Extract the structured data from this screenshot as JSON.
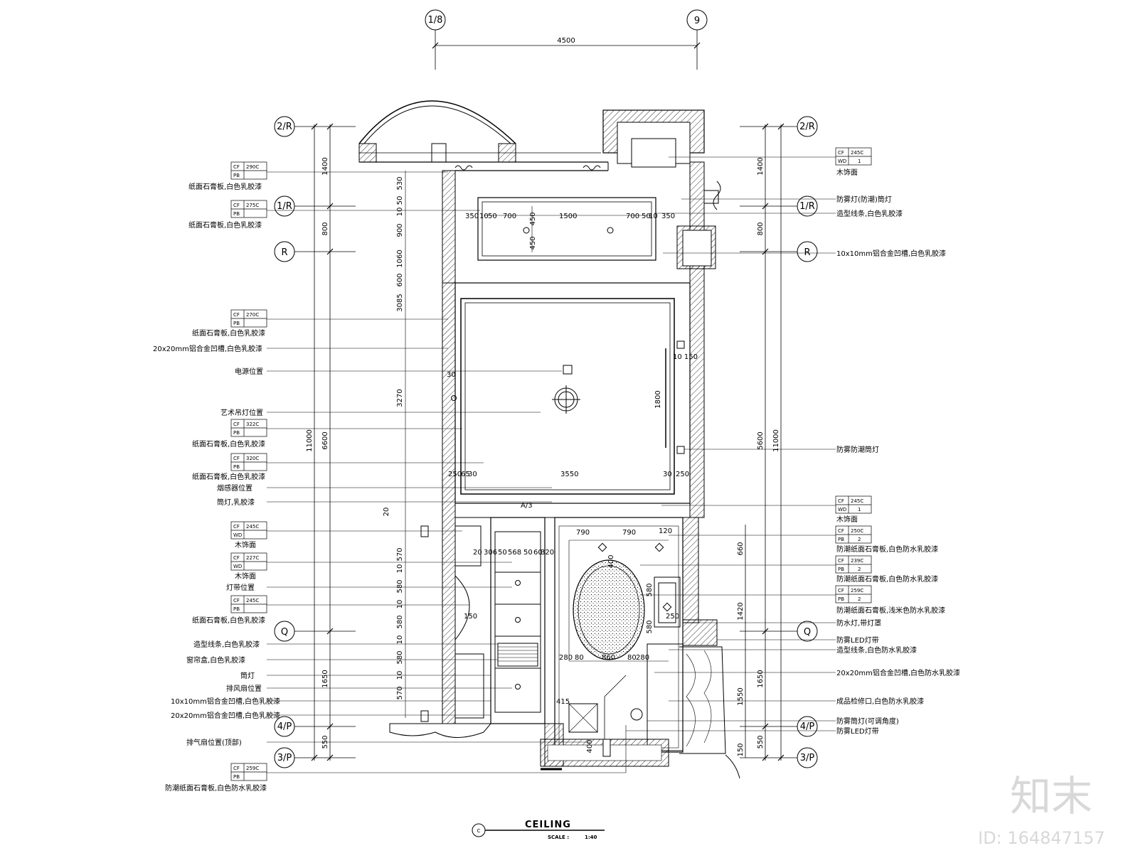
{
  "grid_axes": {
    "top": [
      "1/8",
      "9"
    ],
    "left": [
      "2/R",
      "1/R",
      "R",
      "Q",
      "4/P",
      "3/P"
    ],
    "right": [
      "2/R",
      "1/R",
      "R",
      "Q",
      "4/P",
      "3/P"
    ]
  },
  "dimensions": {
    "top_total": "4500",
    "left_outer": "11000",
    "right_outer": "11000",
    "left_inner": [
      "1400",
      "800",
      "6600",
      "1650",
      "550"
    ],
    "right_inner": [
      "1400",
      "800",
      "5600",
      "1650",
      "550"
    ],
    "right_bath": [
      "660",
      "1420",
      "1550",
      "150"
    ],
    "ceiling_row": [
      "350",
      "10",
      "50",
      "700",
      "1500",
      "700",
      "50",
      "10",
      "350"
    ],
    "ceiling_vert": [
      "450",
      "450"
    ],
    "center_row": [
      "250",
      "65",
      "30",
      "3550",
      "30",
      "250"
    ],
    "center_right": "1800",
    "center_left": "30",
    "center_tr": "10 150",
    "column_left": [
      "530",
      "50",
      "10",
      "900",
      "1060",
      "600",
      "3085",
      "3270",
      "20"
    ],
    "bath_top": [
      "790",
      "790",
      "400",
      "120"
    ],
    "bath_mid": [
      "280",
      "80",
      "860",
      "80",
      "280"
    ],
    "bath_lr": [
      "150",
      "580",
      "580",
      "250"
    ],
    "bath_low": [
      "415",
      "400"
    ],
    "closet_top": [
      "20",
      "306",
      "50",
      "568",
      "50",
      "60",
      "320"
    ],
    "closet_left": [
      "570",
      "10",
      "580",
      "10",
      "580",
      "10",
      "580",
      "10",
      "570"
    ]
  },
  "left_tags": [
    {
      "code": "CF",
      "value": "290C",
      "code2": "PB",
      "value2": "",
      "note": "纸面石膏板,白色乳胶漆"
    },
    {
      "code": "CF",
      "value": "275C",
      "code2": "PB",
      "value2": "",
      "note": "纸面石膏板,白色乳胶漆"
    },
    {
      "code": "CF",
      "value": "270C",
      "code2": "PB",
      "value2": "",
      "note": "纸面石膏板,白色乳胶漆"
    },
    {
      "code": "CF",
      "value": "322C",
      "code2": "PB",
      "value2": "",
      "note": "纸面石膏板,白色乳胶漆"
    },
    {
      "code": "CF",
      "value": "320C",
      "code2": "PB",
      "value2": "",
      "note": "纸面石膏板,白色乳胶漆"
    },
    {
      "code": "CF",
      "value": "245C",
      "code2": "WD",
      "value2": "",
      "note": "木饰面"
    },
    {
      "code": "CF",
      "value": "227C",
      "code2": "WD",
      "value2": "",
      "note": "木饰面"
    },
    {
      "code": "CF",
      "value": "245C",
      "code2": "PB",
      "value2": "",
      "note": "纸面石膏板,白色乳胶漆"
    },
    {
      "code": "CF",
      "value": "259C",
      "code2": "PB",
      "value2": "",
      "note": "防潮纸面石膏板,白色防水乳胶漆"
    }
  ],
  "left_notes": [
    "20x20mm铝合金凹槽,白色乳胶漆",
    "电源位置",
    "艺术吊灯位置",
    "烟感器位置",
    "筒灯,乳胶漆",
    "灯带位置",
    "造型线条,白色乳胶漆",
    "窗帘盒,白色乳胶漆",
    "筒灯",
    "排风扇位置",
    "10x10mm铝合金凹槽,白色乳胶漆",
    "20x20mm铝合金凹槽,白色乳胶漆",
    "排气扇位置(顶部)"
  ],
  "right_tags": [
    {
      "code": "CF",
      "value": "245C",
      "code2": "WD",
      "value2": "1",
      "note": "木饰面"
    },
    {
      "code": "CF",
      "value": "245C",
      "code2": "WD",
      "value2": "1",
      "note": "木饰面"
    },
    {
      "code": "CF",
      "value": "250C",
      "code2": "PB",
      "value2": "2",
      "note": "防潮纸面石膏板,白色防水乳胶漆"
    },
    {
      "code": "CF",
      "value": "239C",
      "code2": "PB",
      "value2": "2",
      "note": "防潮纸面石膏板,白色防水乳胶漆"
    },
    {
      "code": "CF",
      "value": "259C",
      "code2": "PB",
      "value2": "2",
      "note": "防潮纸面石膏板,浅米色防水乳胶漆"
    }
  ],
  "right_notes": [
    "防雾灯(防潮)筒灯",
    "造型线条,白色乳胶漆",
    "10x10mm铝合金凹槽,白色乳胶漆",
    "防雾防潮筒灯",
    "防水灯,带灯罩",
    "防雾LED灯带",
    "造型线条,白色防水乳胶漆",
    "20x20mm铝合金凹槽,白色防水乳胶漆",
    "成品检修口,白色防水乳胶漆",
    "防雾筒灯(可调角度)",
    "防雾LED灯带"
  ],
  "plan_labels": {
    "center_mark": "A/3",
    "scale_value": "1:40"
  },
  "title": {
    "name": "CEILING",
    "scale_label": "SCALE :",
    "scale_value": "1:40",
    "symbol": "C"
  },
  "watermark": {
    "brand": "知末",
    "id": "ID: 164847157"
  }
}
